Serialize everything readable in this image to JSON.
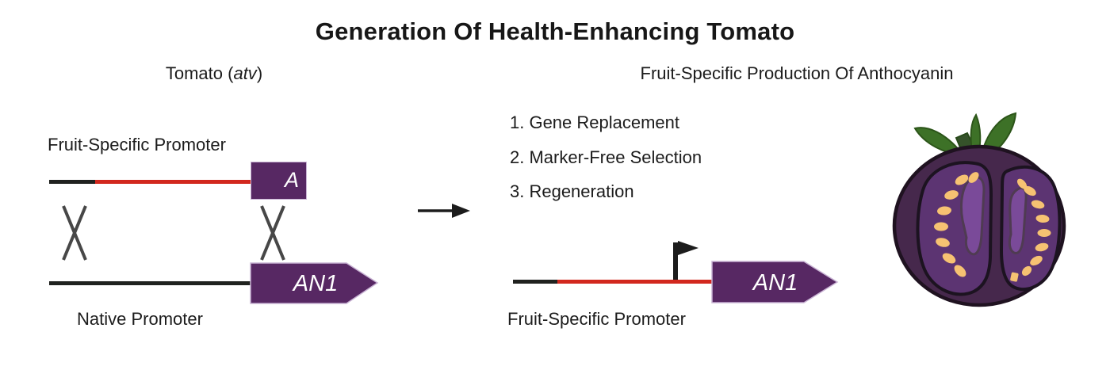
{
  "title": "Generation Of Health-Enhancing Tomato",
  "left_section": {
    "heading_prefix": "Tomato (",
    "heading_italic": "atv",
    "heading_suffix": ")",
    "top_promoter_label": "Fruit-Specific Promoter",
    "gene_box_label": "A",
    "gene_arrow_label": "AN1",
    "bottom_promoter_label": "Native Promoter"
  },
  "right_section": {
    "heading": "Fruit-Specific Production Of Anthocyanin",
    "steps": [
      "1. Gene Replacement",
      "2. Marker-Free Selection",
      "3. Regeneration"
    ],
    "gene_arrow_label": "AN1",
    "bottom_promoter_label": "Fruit-Specific Promoter"
  },
  "colors": {
    "gene_purple": "#572863",
    "promoter_red": "#d2281e",
    "line_black": "#20221f",
    "crossover_gray": "#474747",
    "tomato_body": "#46284c",
    "tomato_outline": "#1f1220",
    "tomato_locule": "#5c3472",
    "tomato_core": "#7a4a99",
    "tomato_seed": "#f6c272",
    "leaf_green": "#3d7127"
  }
}
